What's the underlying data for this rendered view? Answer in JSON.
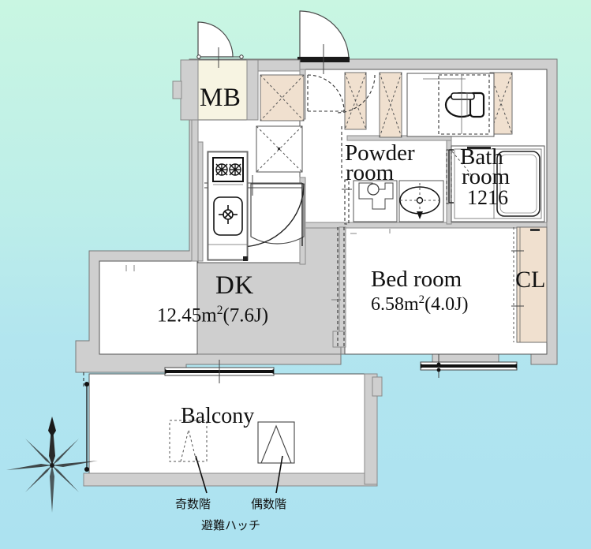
{
  "plan": {
    "type": "apartment-floor-plan",
    "background_gradient": [
      "#c9f6e2",
      "#ace2f0"
    ],
    "wall_color": "#cfcfcf",
    "closet_fill": "#f0e0cf",
    "mb_fill": "#f7f4e2",
    "rooms": [
      {
        "key": "mb",
        "label": "MB",
        "area": ""
      },
      {
        "key": "powder",
        "label_line1": "Powder",
        "label_line2": "room"
      },
      {
        "key": "bath",
        "label_line1": "Bath",
        "label_line2": "room",
        "size_code": "1216"
      },
      {
        "key": "dk",
        "label": "DK",
        "area_value": "12.45",
        "area_unit": "m",
        "area_sup": "2",
        "area_jo": "(7.6J)"
      },
      {
        "key": "bedroom",
        "label": "Bed room",
        "area_value": "6.58",
        "area_unit": "m",
        "area_sup": "2",
        "area_jo": "(4.0J)"
      },
      {
        "key": "closet",
        "label": "CL"
      },
      {
        "key": "balcony",
        "label": "Balcony"
      }
    ],
    "labels": {
      "mb": "MB",
      "powder_line1": "Powder",
      "powder_line2": "room",
      "bath_line1": "Bath",
      "bath_line2": "room",
      "bath_size": "1216",
      "dk": "DK",
      "dk_area_num": "12.45m",
      "dk_area_sup": "2",
      "dk_area_jo": "(7.6J)",
      "bedroom": "Bed room",
      "bedroom_area_num": "6.58m",
      "bedroom_area_sup": "2",
      "bedroom_area_jo": "(4.0J)",
      "closet": "CL",
      "balcony": "Balcony"
    },
    "annotations": {
      "odd_floor": "奇数階",
      "even_floor": "偶数階",
      "escape_hatch": "避難ハッチ"
    },
    "compass": {
      "name": "north-arrow",
      "direction": "north-up"
    },
    "fixtures": [
      "kitchen-stove",
      "kitchen-sink",
      "toilet",
      "bathtub",
      "washbasin",
      "washing-machine-pan",
      "shoe-cabinet",
      "entrance-door",
      "mb-door",
      "bedroom-door",
      "interior-sliding-door",
      "balcony-window-dk",
      "balcony-window-bedroom",
      "escape-hatch-odd",
      "escape-hatch-even"
    ]
  }
}
